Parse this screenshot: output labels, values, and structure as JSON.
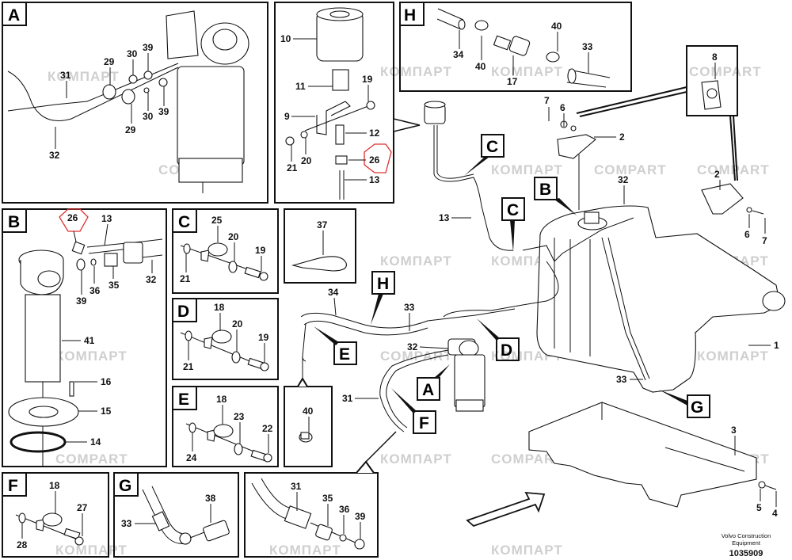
{
  "diagram": {
    "title": "Fuel tank and fuel filter assembly parts diagram",
    "brand_line1": "Volvo Construction",
    "brand_line2": "Equipment",
    "document_number": "1035909",
    "watermarks": [
      "КОМПАРТ",
      "COMPART"
    ],
    "highlight_color": "#e03030",
    "insets": [
      {
        "letter": "A",
        "labels": [
          "29",
          "30",
          "39",
          "31",
          "29",
          "30",
          "39",
          "32"
        ]
      },
      {
        "letter": "",
        "labels": [
          "10",
          "11",
          "19",
          "9",
          "12",
          "21",
          "20",
          "26",
          "13"
        ]
      },
      {
        "letter": "H",
        "labels": [
          "34",
          "40",
          "17",
          "40",
          "33"
        ]
      },
      {
        "letter": "B",
        "labels": [
          "26",
          "13",
          "39",
          "36",
          "35",
          "32",
          "41",
          "16",
          "15",
          "14"
        ]
      },
      {
        "letter": "C",
        "labels": [
          "25",
          "20",
          "19",
          "21"
        ]
      },
      {
        "letter": "",
        "labels": [
          "37"
        ]
      },
      {
        "letter": "D",
        "labels": [
          "18",
          "20",
          "19",
          "21"
        ]
      },
      {
        "letter": "E",
        "labels": [
          "18",
          "23",
          "22",
          "24"
        ]
      },
      {
        "letter": "",
        "labels": [
          "40"
        ]
      },
      {
        "letter": "F",
        "labels": [
          "18",
          "27",
          "28"
        ]
      },
      {
        "letter": "G",
        "labels": [
          "38",
          "33"
        ]
      },
      {
        "letter": "",
        "labels": [
          "31",
          "35",
          "36",
          "39"
        ]
      },
      {
        "letter": "",
        "labels": [
          "8"
        ]
      }
    ],
    "main_labels": [
      "7",
      "6",
      "2",
      "32",
      "13",
      "34",
      "33",
      "32",
      "31",
      "2",
      "6",
      "7",
      "1",
      "33",
      "3",
      "5",
      "4"
    ],
    "references": [
      "C",
      "C",
      "B",
      "H",
      "E",
      "D",
      "A",
      "F",
      "G"
    ]
  }
}
